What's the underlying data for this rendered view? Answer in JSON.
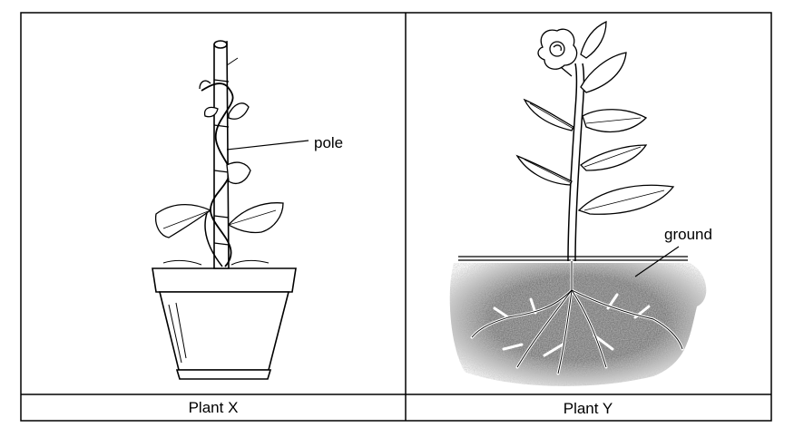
{
  "panels": [
    {
      "caption": "Plant X",
      "label": "pole"
    },
    {
      "caption": "Plant Y",
      "label": "ground"
    }
  ]
}
